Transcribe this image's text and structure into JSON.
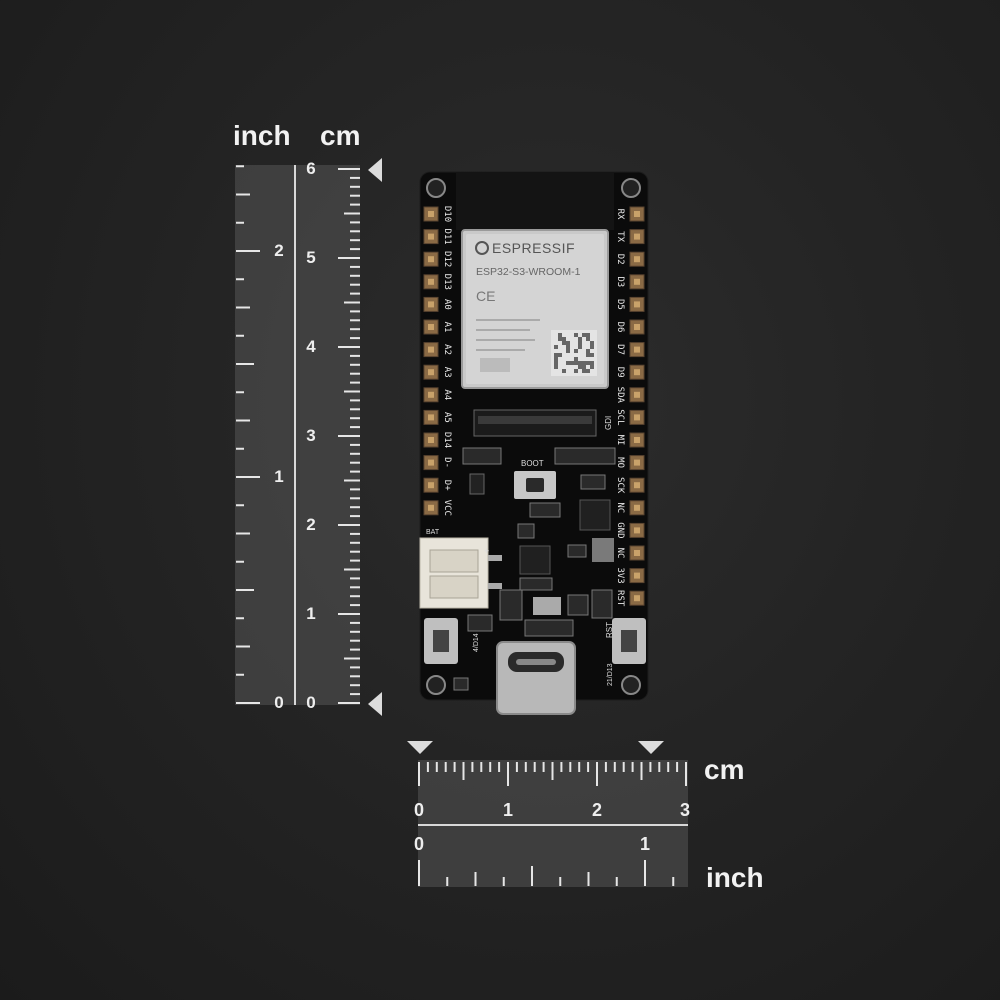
{
  "vertical_ruler": {
    "left_unit": "inch",
    "right_unit": "cm",
    "inch_labels": [
      "0",
      "1",
      "2"
    ],
    "cm_labels": [
      "0",
      "1",
      "2",
      "3",
      "4",
      "5",
      "6"
    ]
  },
  "horizontal_ruler": {
    "top_unit": "cm",
    "bottom_unit": "inch",
    "cm_labels": [
      "0",
      "1",
      "2",
      "3"
    ],
    "inch_labels": [
      "0",
      "1"
    ]
  },
  "board": {
    "module_brand": "ESPRESSIF",
    "module_model": "ESP32-S3-WROOM-1",
    "left_pins": [
      "D10",
      "D11",
      "D12",
      "D13",
      "A0",
      "A1",
      "A2",
      "A3",
      "A4",
      "A5",
      "D14",
      "D-",
      "D+",
      "VCC"
    ],
    "right_pins": [
      "RX",
      "TX",
      "D2",
      "D3",
      "D5",
      "D6",
      "D7",
      "D9",
      "SDA",
      "SCL",
      "MI",
      "MO",
      "SCK",
      "NC",
      "GND",
      "NC",
      "3V3",
      "RST"
    ],
    "labels": {
      "boot": "BOOT",
      "rst": "RST",
      "gdi": "GDI",
      "bat": "BAT",
      "d14": "4/D14",
      "d13": "21/D13"
    },
    "colors": {
      "pcb": "#0b0b0b",
      "module_shield": "#c9c9c9",
      "connector": "#e8e4da",
      "headers": "#8a6a45"
    }
  }
}
